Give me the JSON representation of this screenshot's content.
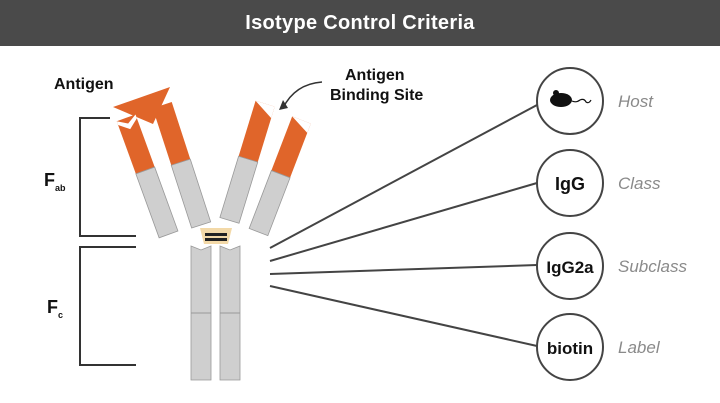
{
  "title": "Isotype Control Criteria",
  "labels": {
    "antigen": "Antigen",
    "binding_site_line1": "Antigen",
    "binding_site_line2": "Binding Site",
    "fab_main": "F",
    "fab_sub": "ab",
    "fc_main": "F",
    "fc_sub": "c"
  },
  "criteria": [
    {
      "badge": "",
      "icon": "mouse-icon",
      "label": "Host"
    },
    {
      "badge": "IgG",
      "label": "Class"
    },
    {
      "badge": "IgG2a",
      "label": "Subclass"
    },
    {
      "badge": "biotin",
      "label": "Label"
    }
  ],
  "colors": {
    "orange": "#e0652a",
    "gray": "#cfcfcf",
    "header": "#4a4a4a"
  }
}
